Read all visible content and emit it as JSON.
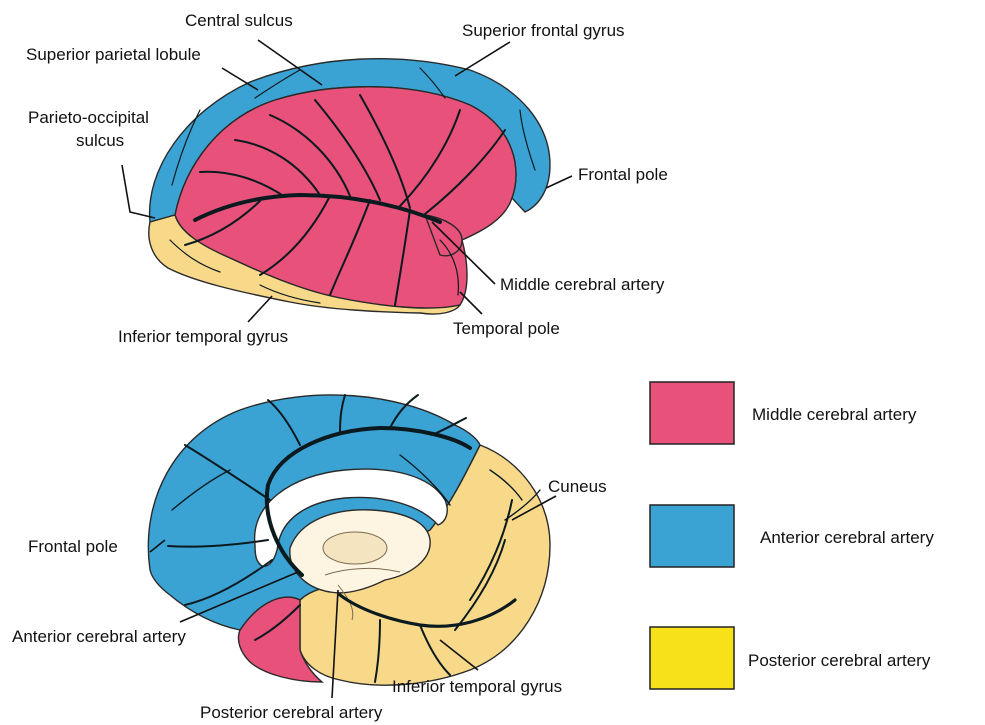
{
  "colors": {
    "middle": "#e8517a",
    "anterior": "#3ba3d4",
    "posterior": "#f8d98a",
    "legend_posterior": "#f7e21a"
  },
  "lateral_labels": {
    "central_sulcus": "Central sulcus",
    "superior_frontal_gyrus": "Superior frontal gyrus",
    "superior_parietal_lobule": "Superior parietal lobule",
    "parieto_occipital_line1": "Parieto-occipital",
    "parieto_occipital_line2": "sulcus",
    "frontal_pole": "Frontal pole",
    "middle_cerebral_artery": "Middle cerebral artery",
    "temporal_pole": "Temporal pole",
    "inferior_temporal_gyrus": "Inferior temporal gyrus"
  },
  "medial_labels": {
    "cuneus": "Cuneus",
    "frontal_pole": "Frontal pole",
    "anterior_cerebral_artery": "Anterior cerebral artery",
    "inferior_temporal_gyrus": "Inferior temporal gyrus",
    "posterior_cerebral_artery": "Posterior cerebral artery"
  },
  "legend": [
    {
      "key": "middle",
      "label": "Middle cerebral artery"
    },
    {
      "key": "anterior",
      "label": "Anterior cerebral artery"
    },
    {
      "key": "posterior",
      "label": "Posterior cerebral artery"
    }
  ]
}
